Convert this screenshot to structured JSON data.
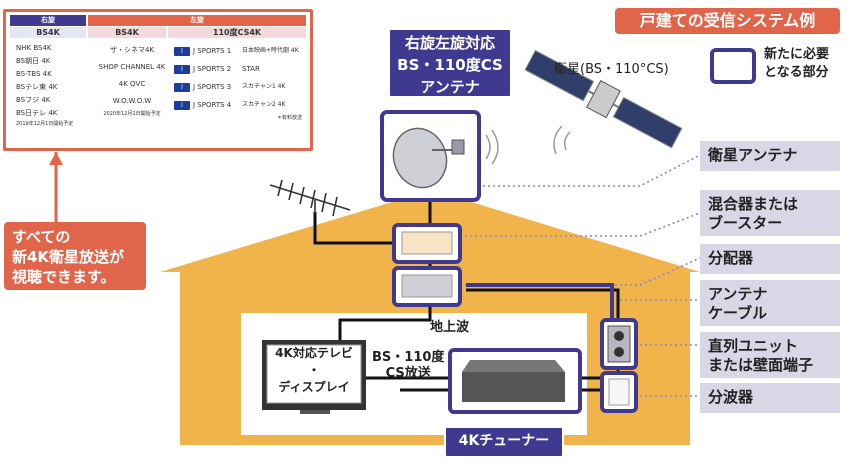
{
  "title": "戸建ての受信システム例",
  "legend": {
    "label_line1": "新たに必要",
    "label_line2": "となる部分"
  },
  "satellite": {
    "label": "衛星(BS・110°CS)"
  },
  "antenna_callout": {
    "line1": "右旋左旋対応",
    "line2": "BS・110度CS",
    "line3": "アンテナ"
  },
  "side_labels": [
    {
      "id": "satellite-antenna",
      "text": "衛星アンテナ"
    },
    {
      "id": "mixer",
      "text": "混合器または\nブースター"
    },
    {
      "id": "splitter",
      "text": "分配器"
    },
    {
      "id": "cable",
      "text": "アンテナ\nケーブル"
    },
    {
      "id": "wall-terminal",
      "text": "直列ユニット\nまたは壁面端子"
    },
    {
      "id": "demux",
      "text": "分波器"
    }
  ],
  "left_callout": {
    "line1": "すべての",
    "line2": "新4K衛星放送が",
    "line3": "視聴できます。"
  },
  "house": {
    "terrestrial_label": "地上波",
    "bs_label_line1": "BS・110度",
    "bs_label_line2": "CS放送",
    "tv_line1": "4K対応テレビ",
    "tv_line2": "・",
    "tv_line3": "ディスプレイ",
    "tuner_label": "4Kチューナー"
  },
  "channels": {
    "right_header": "右旋",
    "left_header": "左旋",
    "col1_header": "BS4K",
    "col2_header": "BS4K",
    "col3_header": "110度CS4K",
    "col1_items": [
      "NHK BS4K",
      "BS朝日 4K",
      "BS-TBS 4K",
      "BSテレ東 4K",
      "BSフジ 4K",
      "BS日テレ 4K"
    ],
    "col1_note": "2019年12月1日開始予定",
    "col2_items": [
      "ザ・シネマ4K",
      "SHOP CHANNEL 4K",
      "4K QVC",
      "W.O.W.O.W"
    ],
    "col2_note": "2020年12月1日開始予定",
    "col3_left": [
      "J SPORTS 1",
      "J SPORTS 2",
      "J SPORTS 3",
      "J SPORTS 4"
    ],
    "col3_right": [
      "日本映画+時代劇 4K",
      "STAR",
      "スカチャン1 4K",
      "スカチャン2 4K"
    ],
    "col3_note": "＊有料放送"
  }
}
